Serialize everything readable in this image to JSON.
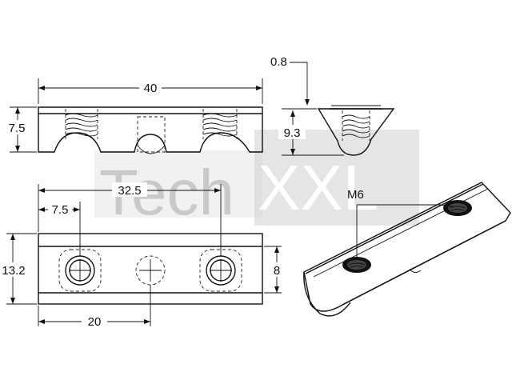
{
  "drawing": {
    "brand": "TechXXL",
    "watermark_prefix": "Tech",
    "watermark_suffix": "XXL",
    "dimensions": {
      "top_length": "40",
      "top_height": "7.5",
      "side_offset": "0.8",
      "side_height": "9.3",
      "hole_spacing": "32.5",
      "hole_offset": "7.5",
      "plan_width": "13.2",
      "plan_inner_width": "8",
      "center_distance": "20",
      "thread": "M6"
    },
    "colors": {
      "line": "#111111",
      "watermark": "#c9c9c9",
      "background": "#ffffff"
    }
  }
}
